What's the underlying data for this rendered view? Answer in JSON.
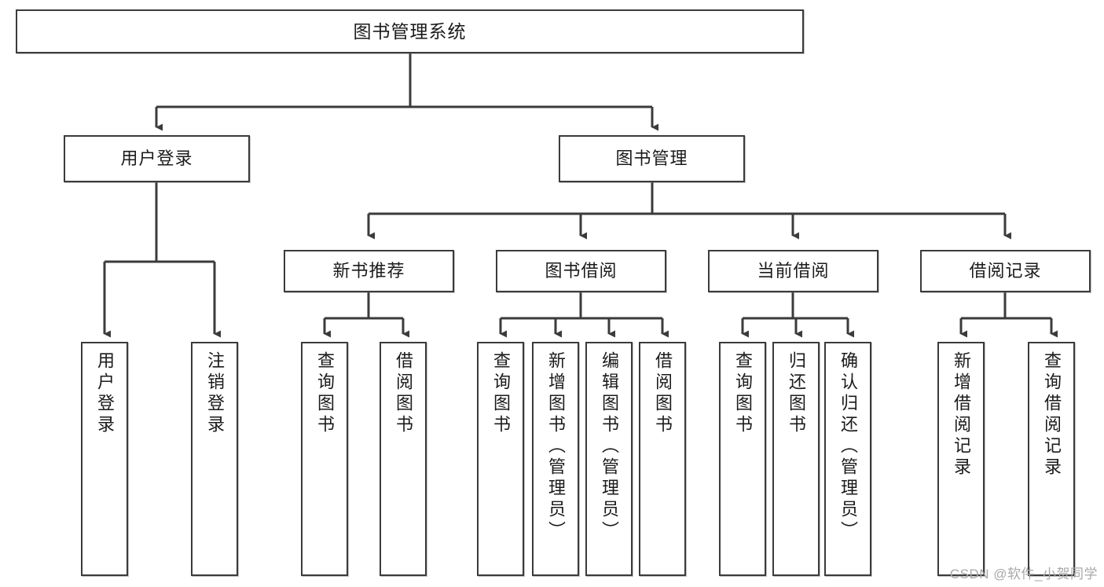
{
  "diagram": {
    "title": "图书管理系统",
    "watermark": "CSDN @软件_小贺同学",
    "colors": {
      "box_border": "#3b3b3b",
      "box_fill": "#ffffff",
      "edge": "#3b3b3b",
      "text": "#1b1b1b",
      "watermark": "#a8a8a8",
      "background": "#ffffff"
    },
    "root": {
      "label": "图书管理系统"
    },
    "level2": [
      {
        "label": "用户登录"
      },
      {
        "label": "图书管理"
      }
    ],
    "level3": [
      {
        "label": "新书推荐"
      },
      {
        "label": "图书借阅"
      },
      {
        "label": "当前借阅"
      },
      {
        "label": "借阅记录"
      }
    ],
    "leaves": {
      "user_login": [
        {
          "label": "用户登录"
        },
        {
          "label": "注销登录"
        }
      ],
      "new_book_recommend": [
        {
          "label": "查询图书"
        },
        {
          "label": "借阅图书"
        }
      ],
      "book_borrow": [
        {
          "label": "查询图书"
        },
        {
          "label": "新增图书（管理员）"
        },
        {
          "label": "编辑图书（管理员）"
        },
        {
          "label": "借阅图书"
        }
      ],
      "current_borrow": [
        {
          "label": "查询图书"
        },
        {
          "label": "归还图书"
        },
        {
          "label": "确认归还（管理员）"
        }
      ],
      "borrow_record": [
        {
          "label": "新增借阅记录"
        },
        {
          "label": "查询借阅记录"
        }
      ]
    }
  }
}
